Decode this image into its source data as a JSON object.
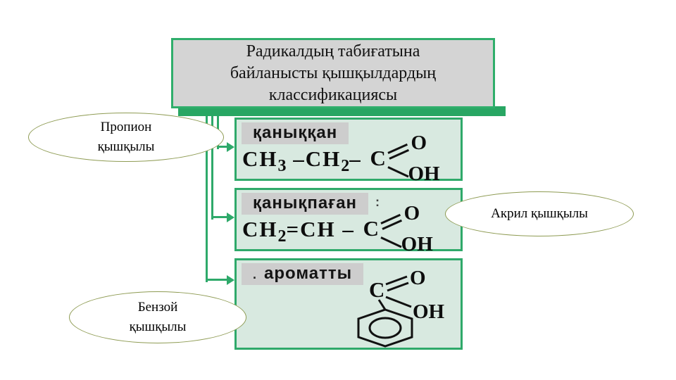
{
  "title": {
    "lines": [
      "Радикалдың табиғатына",
      "байланысты қышқылдардың",
      "классификациясы"
    ]
  },
  "colors": {
    "accent_green": "#2fae6b",
    "box_fill": "#d8e9e0",
    "title_fill": "#d4d4d4",
    "label_fill": "#cdcdcd",
    "callout_border": "#8e9b53"
  },
  "boxes": [
    {
      "label": "қаныққан",
      "formula": {
        "p1": "CH",
        "s1": "3",
        "p2": " –CH",
        "s2": "2",
        "p3": "– ",
        "c": "C",
        "o": "O",
        "oh": "OH"
      }
    },
    {
      "label": "қанықпаған",
      "stray": ":",
      "formula": {
        "p1": "CH",
        "s1": "2",
        "p2": "=CH",
        "p3": " – ",
        "c": "C",
        "o": "O",
        "oh": "OH"
      }
    },
    {
      "label": "ароматты",
      "stray": ".",
      "formula": {
        "c": "C",
        "o": "O",
        "oh": "OH"
      }
    }
  ],
  "callouts": [
    {
      "lines": [
        "Пропион",
        "қышқылы"
      ]
    },
    {
      "lines": [
        "Акрил қышқылы"
      ]
    },
    {
      "lines": [
        "Бензой",
        "қышқылы"
      ]
    }
  ]
}
